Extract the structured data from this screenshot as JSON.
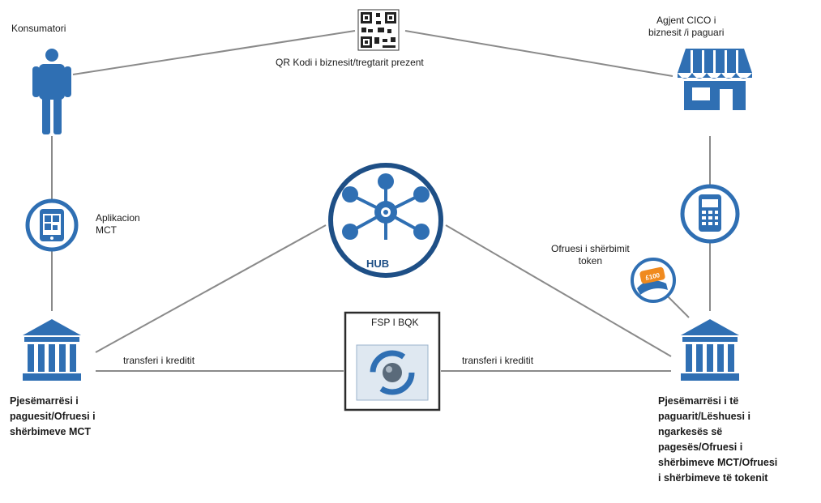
{
  "colors": {
    "accent": "#2f6fb3",
    "dark": "#1e4f86",
    "line": "#8a8a8a"
  },
  "qr": {
    "caption": "QR Kodi i biznesit/tregtarit prezent",
    "icon": "qr-code-icon"
  },
  "consumer": {
    "label": "Konsumatori",
    "icon": "person-icon"
  },
  "agent": {
    "line1": "Agjent CICO i",
    "line2": "biznesit /i paguari",
    "icon": "storefront-icon"
  },
  "app": {
    "line1": "Aplikacion",
    "line2": "MCT",
    "icon": "mobile-app-icon"
  },
  "pos": {
    "icon": "pos-terminal-icon"
  },
  "hub": {
    "label": "HUB",
    "icon": "network-hub-icon"
  },
  "token": {
    "line1": "Ofruesi i shërbimit",
    "line2": "token",
    "icon": "token-card-icon",
    "chip": "£100"
  },
  "fsp": {
    "label": "FSP I BQK",
    "icon": "exchange-icon"
  },
  "payer_bank": {
    "icon": "bank-icon",
    "lines": [
      "Pjesëmarrësi i",
      "paguesit/Ofruesi i",
      "shërbimeve MCT"
    ]
  },
  "payee_bank": {
    "icon": "bank-icon",
    "lines": [
      "Pjesëmarrësi i të",
      "paguarit/Lëshuesi i",
      "ngarkesës së",
      "pagesës/Ofruesi i",
      "shërbimeve MCT/Ofruesi",
      "i shërbimeve të tokenit"
    ]
  },
  "transfer": {
    "left": "transferi i kreditit",
    "right": "transferi i kreditit"
  }
}
